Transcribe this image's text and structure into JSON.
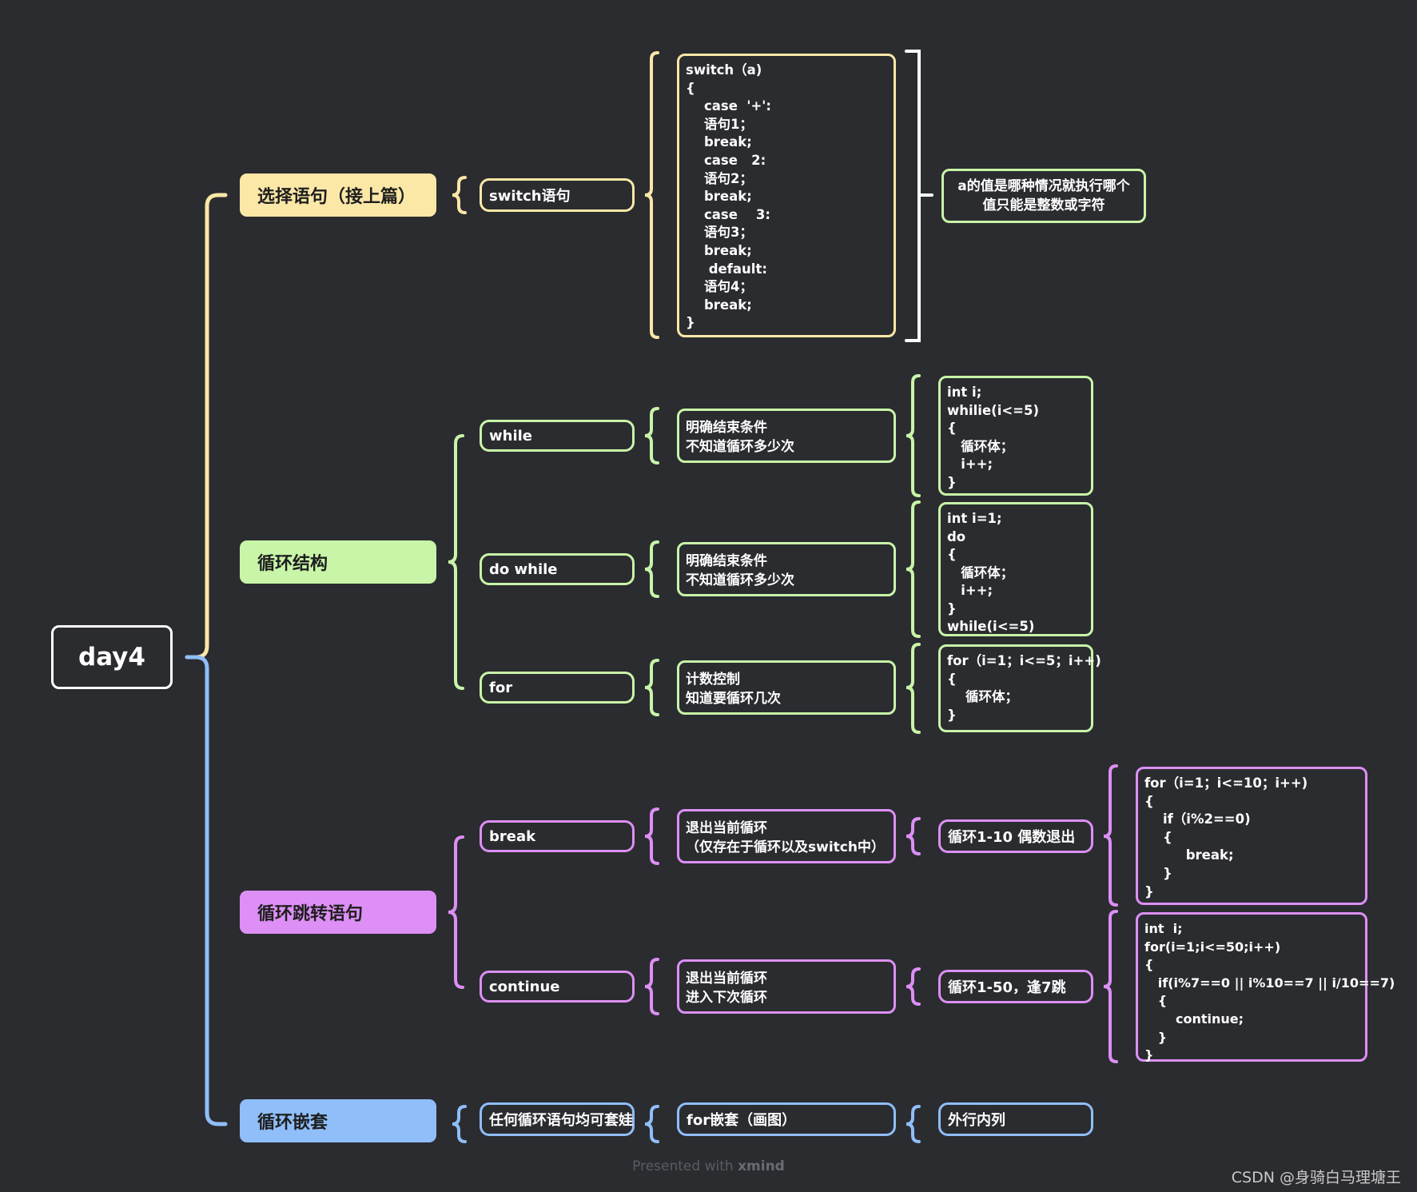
{
  "root": "day4",
  "branches": {
    "selection": {
      "title": "选择语句（接上篇）",
      "switch_label": "switch语句",
      "code": "switch（a)\n{\n    case  '+':\n    语句1；\n    break;\n    case   2:\n    语句2；\n    break;\n    case    3:\n    语句3；\n    break;\n     default:\n    语句4；\n    break;\n}",
      "note": "a的值是哪种情况就执行哪个\n值只能是整数或字符"
    },
    "loop": {
      "title": "循环结构",
      "while": {
        "label": "while",
        "desc": "明确结束条件\n不知道循环多少次",
        "code": "int i;\nwhilie(i<=5)\n{\n   循环体；\n   i++;\n}"
      },
      "do_while": {
        "label": "do while",
        "desc": "明确结束条件\n不知道循环多少次",
        "code": "int i=1;\ndo\n{\n   循环体；\n   i++;\n}\nwhile(i<=5)"
      },
      "for": {
        "label": "for",
        "desc": "计数控制\n知道要循环几次",
        "code": "for（i=1；i<=5；i++)\n{\n    循环体；\n}"
      }
    },
    "jump": {
      "title": "循环跳转语句",
      "break": {
        "label": "break",
        "desc": "退出当前循环\n（仅存在于循环以及switch中）",
        "example": "循环1-10 偶数退出",
        "code": "for（i=1；i<=10；i++)\n{\n    if（i%2==0)\n    {\n         break;\n    }\n}"
      },
      "continue": {
        "label": "continue",
        "desc": "退出当前循环\n进入下次循环",
        "example": "循环1-50，逢7跳",
        "code": "int  i;\nfor(i=1;i<=50;i++)\n{\n   if(i%7==0 || i%10==7 || i/10==7)\n   {\n       continue;\n   }\n}"
      }
    },
    "nesting": {
      "title": "循环嵌套",
      "item": "任何循环语句均可套娃",
      "desc": "for嵌套（画图）",
      "note": "外行内列"
    }
  },
  "footer": {
    "prefix": "Presented with",
    "brand": "xmind"
  },
  "watermark": "CSDN @身骑白马理塘王",
  "colors": {
    "background": "#2b2c30",
    "yellow": "#fbe7a6",
    "green": "#c8f5a8",
    "purple": "#dd8ff5",
    "blue": "#8fbef9"
  }
}
